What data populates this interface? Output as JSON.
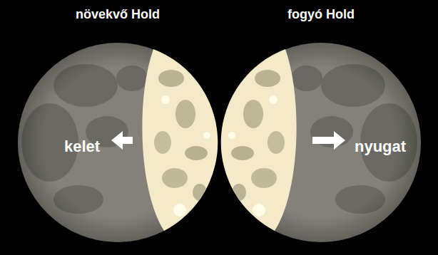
{
  "diagram": {
    "nodes": [
      {
        "text": [
          "növekvő Hold",
          "kelet"
        ]
      },
      {
        "text": [
          "fogyó Hold",
          "nyugat"
        ]
      }
    ]
  }
}
